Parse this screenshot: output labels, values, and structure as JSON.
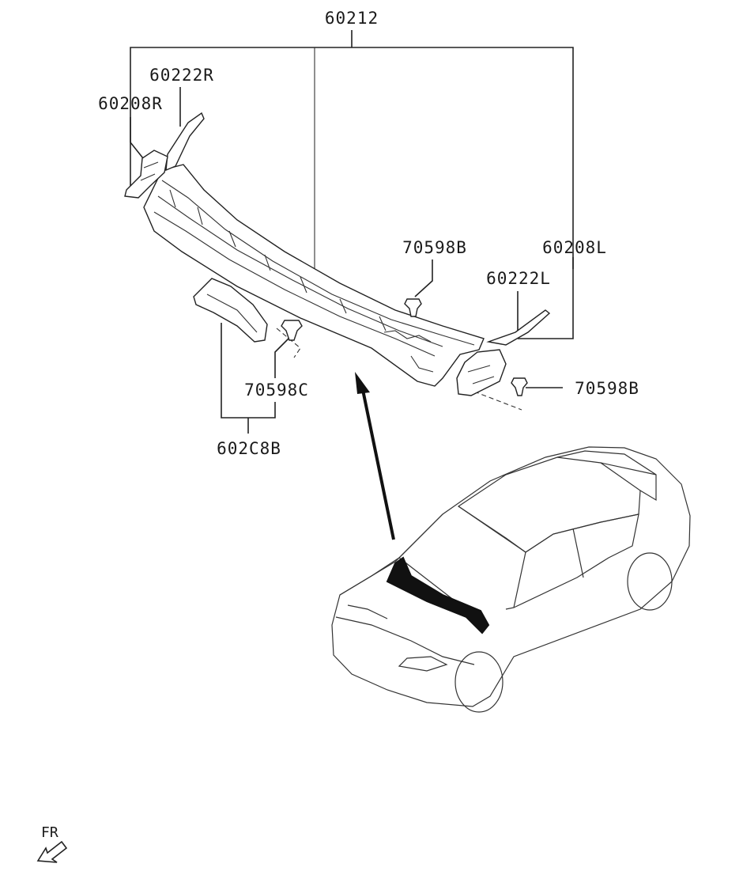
{
  "labels": {
    "top_assembly": "60212",
    "right_bracket": "60222R",
    "right_cover": "60208R",
    "clip_top": "70598B",
    "left_cover": "60208L",
    "left_bracket": "60222L",
    "clip_left": "70598C",
    "clip_right": "70598B",
    "lower_cover": "602C8B",
    "front_marker": "FR"
  },
  "colors": {
    "line": "#222222",
    "background": "#ffffff",
    "highlight": "#111111"
  },
  "icons": {
    "front_direction": "arrow-down-left-icon",
    "callout": "upward-arrow-icon"
  }
}
